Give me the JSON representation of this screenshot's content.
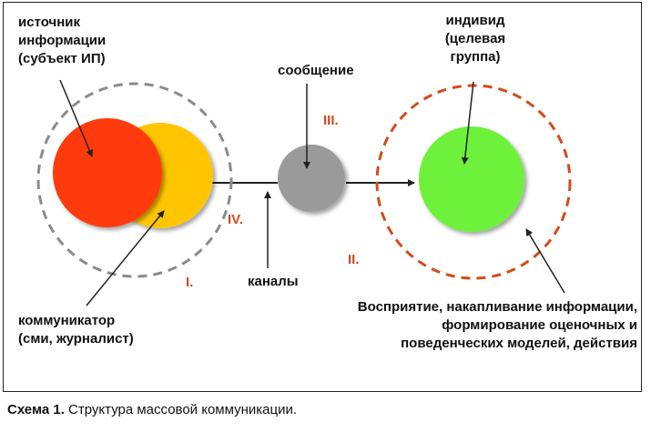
{
  "labels": {
    "source": [
      "источник",
      "информации",
      "(субъект ИП)"
    ],
    "individual": [
      "индивид",
      "(целевая",
      "группа)"
    ],
    "message": "сообщение",
    "channels": "каналы",
    "communicator": [
      "коммуникатор",
      "(сми, журналист)"
    ],
    "perception": [
      "Восприятие, накапливание информации,",
      "формирование оценочных и",
      "поведенческих моделей, действия"
    ]
  },
  "numerals": {
    "i": "I.",
    "ii": "II.",
    "iii": "III.",
    "iv": "IV."
  },
  "caption": {
    "prefix": "Схема 1.",
    "text": " Структура массовой коммуникации."
  },
  "colors": {
    "source_circle": "#ff3a0a",
    "communicator_circle": "#ffc600",
    "message_circle": "#9a9a9a",
    "individual_circle": "#6ef13a",
    "left_ring": "#8a8a8a",
    "right_ring": "#d44a1c",
    "numerals": "#d04a1c"
  }
}
